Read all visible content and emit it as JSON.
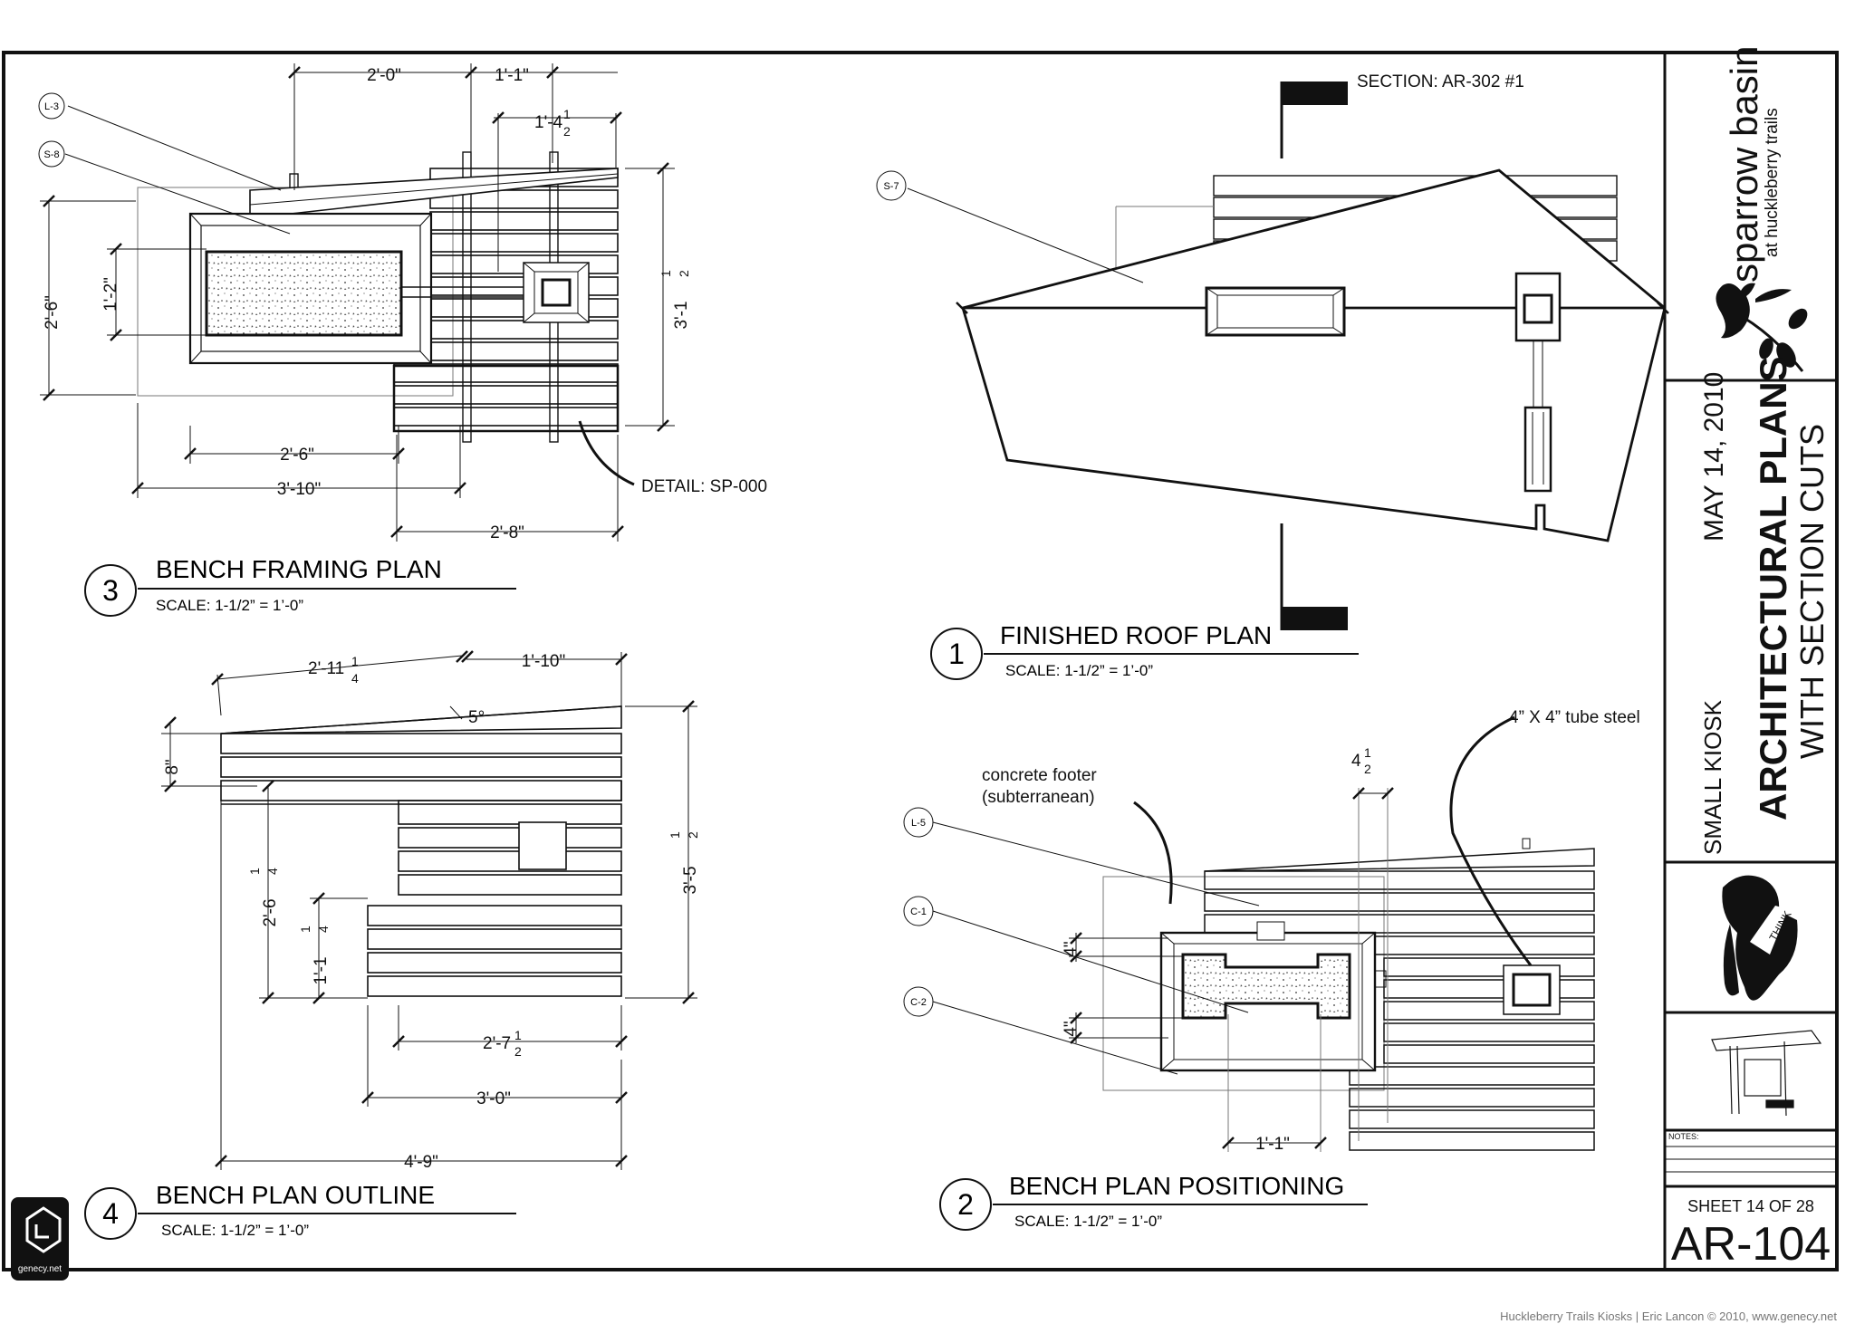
{
  "project": {
    "brand_name": "sparrow basin",
    "brand_sub": "at huckleberry trails",
    "date": "MAY 14, 2010",
    "kiosk": "SMALL KIOSK",
    "title_line1": "ARCHITECTURAL PLANS",
    "title_line2": "WITH SECTION CUTS",
    "think_label": "THINK",
    "notes_label": "NOTES:",
    "sheet": "SHEET 14 OF 28",
    "sheet_number": "AR-104"
  },
  "footer": {
    "credit": "Huckleberry Trails Kiosks  |  Eric Lancon © 2010, www.genecy.net",
    "logo_text": "genecy.net"
  },
  "views": [
    {
      "number": "3",
      "title": "BENCH FRAMING PLAN",
      "scale": "SCALE: 1-1/2” = 1’-0”"
    },
    {
      "number": "1",
      "title": "FINISHED ROOF PLAN",
      "scale": "SCALE: 1-1/2” = 1’-0”"
    },
    {
      "number": "4",
      "title": "BENCH PLAN OUTLINE",
      "scale": "SCALE: 1-1/2” = 1’-0”"
    },
    {
      "number": "2",
      "title": "BENCH PLAN POSITIONING",
      "scale": "SCALE: 1-1/2” = 1’-0”"
    }
  ],
  "framing": {
    "tags": [
      "L-3",
      "S-8"
    ],
    "dims": {
      "top1": "2'-0\"",
      "top2": "1'-1\"",
      "top3_whole": "1'-4",
      "left_h": "2'-6\"",
      "left_inner": "1'-2\"",
      "right_whole": "3'-1",
      "bot1": "2'-6\"",
      "bot2": "3'-10\"",
      "bot3": "2'-8\""
    },
    "detail": "DETAIL: SP-000"
  },
  "roof": {
    "tag": "S-7",
    "section": "SECTION: AR-302 #1"
  },
  "outline": {
    "dims": {
      "top1_whole": "2'-11",
      "top2": "1'-10\"",
      "angle": "5°",
      "left_small": "8\"",
      "left_mid_whole": "2'-6",
      "left_low_whole": "1'-1",
      "right_whole": "3'-5",
      "b1_whole": "2'-7",
      "b2": "3'-0\"",
      "b3": "4'-9\""
    }
  },
  "positioning": {
    "tags": [
      "L-5",
      "C-1",
      "C-2"
    ],
    "label_footer_1": "concrete footer",
    "label_footer_2": "(subterranean)",
    "label_steel": "4” X 4”  tube steel",
    "dims": {
      "top_whole": "4",
      "v1": "4\"",
      "v2": "4\"",
      "bottom": "1'-1\""
    }
  },
  "fractions": {
    "half_n": "1",
    "half_d": "2",
    "quarter_n": "1",
    "quarter_d": "4"
  }
}
